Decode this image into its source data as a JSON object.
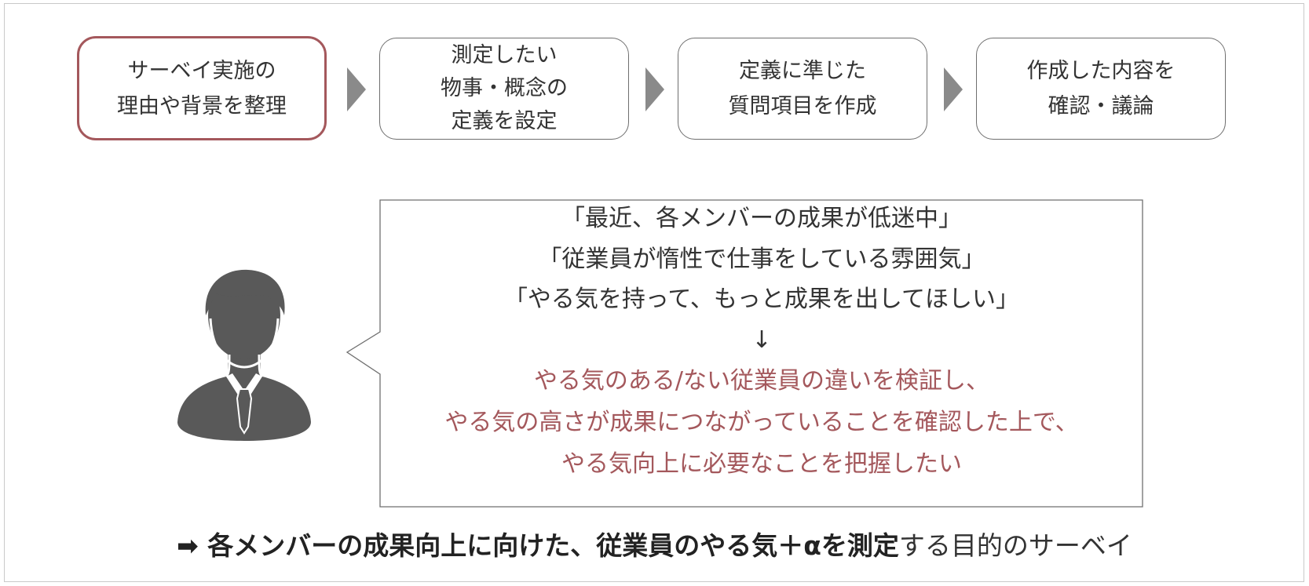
{
  "steps": [
    {
      "lines": [
        "サーベイ実施の",
        "理由や背景を整理"
      ]
    },
    {
      "lines": [
        "測定したい",
        "物事・概念の",
        "定義を設定"
      ]
    },
    {
      "lines": [
        "定義に準じた",
        "質問項目を作成"
      ]
    },
    {
      "lines": [
        "作成した内容を",
        "確認・議論"
      ]
    }
  ],
  "bubble": {
    "quotes": [
      "「最近、各メンバーの成果が低迷中」",
      "「従業員が惰性で仕事をしている雰囲気」",
      "「やる気を持って、もっと成果を出してほしい」"
    ],
    "arrow": "↓",
    "purpose": [
      "やる気のある/ない従業員の違いを検証し、",
      "やる気の高さが成果につながっていることを確認した上で、",
      "やる気向上に必要なことを把握したい"
    ]
  },
  "conclusion": {
    "bold": "➡ 各メンバーの成果向上に向けた、従業員のやる気＋αを測定",
    "normal": "する目的のサーベイ"
  },
  "icons": {
    "person": "businessman-silhouette-icon",
    "step_arrow": "triangle-right-icon"
  },
  "colors": {
    "accent": "#a4585c",
    "icon_gray": "#595959",
    "arrow_gray": "#8a8a8a"
  }
}
